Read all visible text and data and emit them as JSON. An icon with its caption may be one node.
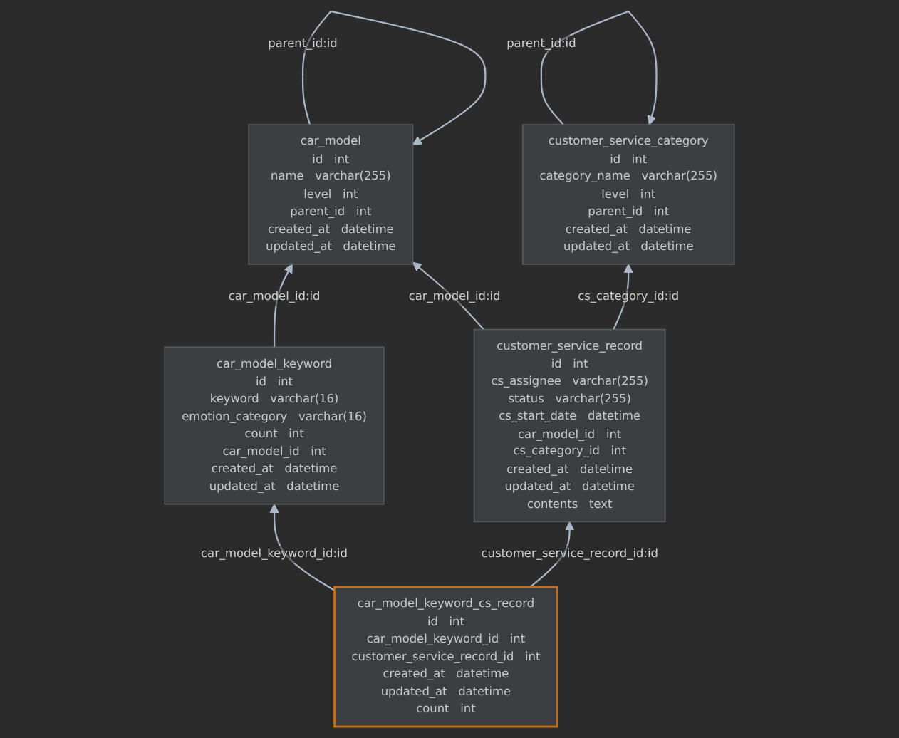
{
  "diagram": {
    "nodes": [
      {
        "text": [
          "car_model",
          "id",
          "int",
          "name",
          "varchar(255)",
          "level",
          "int",
          "parent_id",
          "int",
          "created_at",
          "datetime",
          "updated_at",
          "datetime"
        ]
      },
      {
        "text": [
          "customer_service_category",
          "id",
          "int",
          "category_name",
          "varchar(255)",
          "level",
          "int",
          "parent_id",
          "int",
          "created_at",
          "datetime",
          "updated_at",
          "datetime"
        ]
      },
      {
        "text": [
          "car_model_keyword",
          "id",
          "int",
          "keyword",
          "varchar(16)",
          "emotion_category",
          "varchar(16)",
          "count",
          "int",
          "car_model_id",
          "int",
          "created_at",
          "datetime",
          "updated_at",
          "datetime"
        ]
      },
      {
        "text": [
          "customer_service_record",
          "id",
          "int",
          "cs_assignee",
          "varchar(255)",
          "status",
          "varchar(255)",
          "cs_start_date",
          "datetime",
          "car_model_id",
          "int",
          "cs_category_id",
          "int",
          "created_at",
          "datetime",
          "updated_at",
          "datetime",
          "contents",
          "text"
        ]
      },
      {
        "text": [
          "car_model_keyword_cs_record",
          "id",
          "int",
          "car_model_keyword_id",
          "int",
          "customer_service_record_id",
          "int",
          "created_at",
          "datetime",
          "updated_at",
          "datetime",
          "count",
          "int"
        ]
      }
    ],
    "edges": [
      {
        "from": 0,
        "to": 0,
        "arrow": "to",
        "label": "parent_id:id"
      },
      {
        "from": 1,
        "to": 1,
        "arrow": "to",
        "label": "parent_id:id"
      },
      {
        "from": 3,
        "to": 0,
        "arrow": "to",
        "label": "car_model_id:id"
      },
      {
        "from": 3,
        "to": 1,
        "arrow": "to",
        "label": "cs_category_id:id"
      },
      {
        "from": 2,
        "to": 0,
        "arrow": "to",
        "label": "car_model_id:id"
      },
      {
        "from": 4,
        "to": 2,
        "arrow": "to",
        "label": "car_model_keyword_id:id"
      },
      {
        "from": 4,
        "to": 3,
        "arrow": "to",
        "label": "customer_service_record_id:id"
      }
    ]
  }
}
